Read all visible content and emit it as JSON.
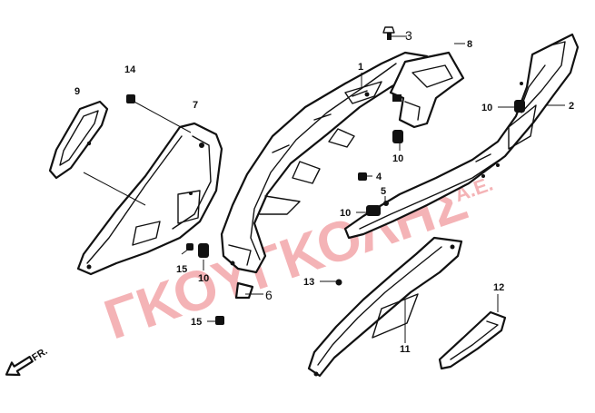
{
  "watermark": {
    "main": "ΓΚΟΥΓΚΟΛΗΣ",
    "suffix": "Α.Ε.",
    "color": "#e8595f"
  },
  "direction": {
    "label": "FR."
  },
  "callouts": {
    "c1": "1",
    "c2": "2",
    "c3": "3",
    "c4": "4",
    "c5": "5",
    "c6": "6",
    "c7": "7",
    "c8": "8",
    "c9": "9",
    "c10a": "10",
    "c10b": "10",
    "c10c": "10",
    "c10d": "10",
    "c11": "11",
    "c12": "12",
    "c13": "13",
    "c14": "14",
    "c15a": "15",
    "c15b": "15"
  }
}
